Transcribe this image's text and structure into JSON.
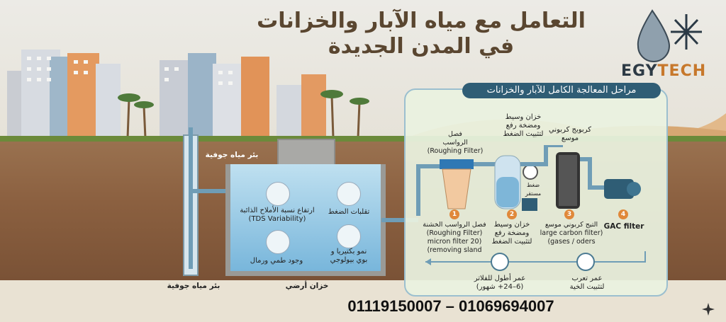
{
  "title_line1": "التعامل مع مياه الآبار والخزانات",
  "title_line2": "في المدن الجديدة",
  "brand": {
    "part1": "EGY",
    "part2": "TECH"
  },
  "panel_header": "مراحل المعالجة الكامل للآبار والخزانات",
  "well_label_top": "بئر مياه جوفية",
  "well_label_bottom": "بئر مياه جوفية",
  "tank_label": "خزان أرضي",
  "problems": {
    "tds": "ارتفاع نسبة الأملاح الذائبة\n(TDS Variability)",
    "pressure": "تقلبات الضغط",
    "sand": "وجود طمي ورمال",
    "bio": "نمو بكتيريا و\nبوي بيولوجي"
  },
  "stages_top": {
    "roughing": "فصل\nالرواسب\n(Roughing Filter)",
    "pressure_tank": "خزان وسيط\nومضخة رفع\nلتثبيت الضغط",
    "carbon": "كربوبج كربوني\nموسع"
  },
  "gauge_label": "ضغط\nمستقر",
  "stages_bottom": [
    {
      "num": "1",
      "label": "فصل الرواسب الخشنة\n(Roughing Filter)\n(20 micron filter\nremoving sland)"
    },
    {
      "num": "2",
      "label": "خزان وسيط\nومضخة رفع\nلتثبيت الضغط"
    },
    {
      "num": "3",
      "label": "التيج كربوني موسع\n(large carbon filter\ngases / oders)"
    },
    {
      "num": "4",
      "label": "GAC filter"
    }
  ],
  "life_filters": "عمر أطول للفلاتر\n(6–24+ شهور)",
  "life_tank": "عمر تعرب\nلتثبيت الخية",
  "phones": "01119150007 – 01069694007",
  "colors": {
    "title": "#5a4630",
    "panel_head": "#2f5d75",
    "accent": "#e0883a"
  }
}
